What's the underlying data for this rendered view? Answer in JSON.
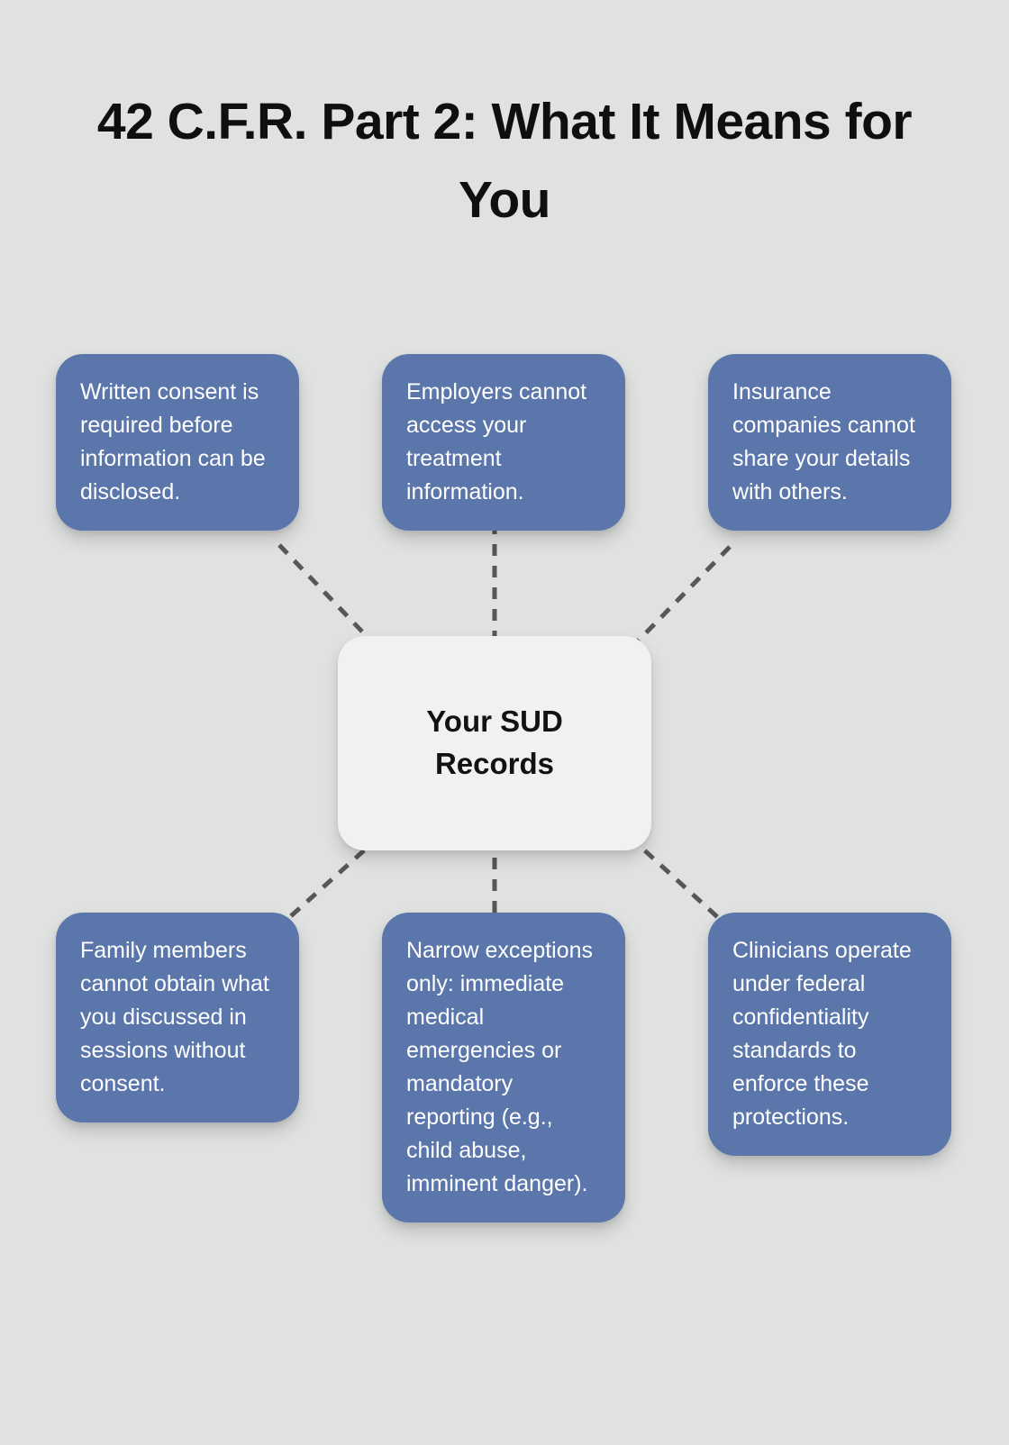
{
  "title": "42 C.F.R. Part 2: What It Means for You",
  "center": {
    "label": "Your SUD Records"
  },
  "nodes": [
    "Written consent is required before information can be disclosed.",
    "Employers cannot access your treatment information.",
    "Insurance companies cannot share your details with others.",
    "Family members cannot obtain what you discussed in sessions without consent.",
    "Narrow exceptions only: immediate medical emergencies or mandatory reporting (e.g., child abuse, imminent danger).",
    "Clinicians operate under federal confidentiality standards to enforce these protections."
  ],
  "colors": {
    "background": "#e0e2e1",
    "node_fill": "#5b76ab",
    "node_text": "#ffffff",
    "center_fill": "#f0f1f3",
    "center_text": "#121212",
    "connector": "#575757",
    "title_text": "#0f0f0f"
  }
}
